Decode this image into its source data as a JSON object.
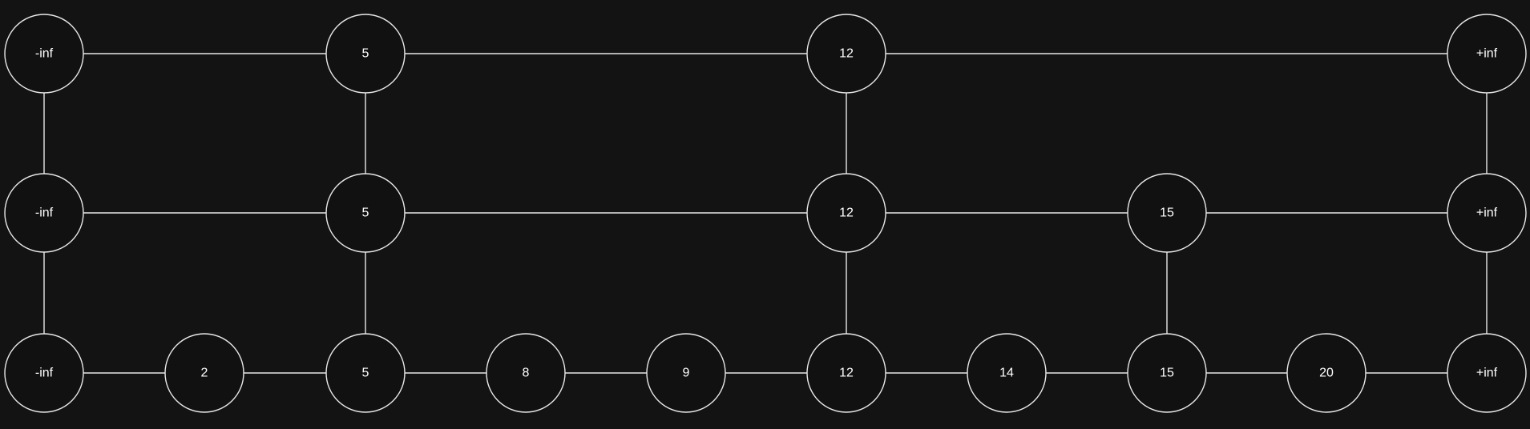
{
  "skip_list": {
    "levels": [
      {
        "level": 2,
        "nodes": [
          {
            "column": 0,
            "label": "-inf"
          },
          {
            "column": 2,
            "label": "5"
          },
          {
            "column": 5,
            "label": "12"
          },
          {
            "column": 9,
            "label": "+inf"
          }
        ]
      },
      {
        "level": 1,
        "nodes": [
          {
            "column": 0,
            "label": "-inf"
          },
          {
            "column": 2,
            "label": "5"
          },
          {
            "column": 5,
            "label": "12"
          },
          {
            "column": 7,
            "label": "15"
          },
          {
            "column": 9,
            "label": "+inf"
          }
        ]
      },
      {
        "level": 0,
        "nodes": [
          {
            "column": 0,
            "label": "-inf"
          },
          {
            "column": 1,
            "label": "2"
          },
          {
            "column": 2,
            "label": "5"
          },
          {
            "column": 3,
            "label": "8"
          },
          {
            "column": 4,
            "label": "9"
          },
          {
            "column": 5,
            "label": "12"
          },
          {
            "column": 6,
            "label": "14"
          },
          {
            "column": 7,
            "label": "15"
          },
          {
            "column": 8,
            "label": "20"
          },
          {
            "column": 9,
            "label": "+inf"
          }
        ]
      }
    ]
  },
  "colors": {
    "background": "#131313",
    "stroke": "#e8e8e8",
    "text": "#ffffff",
    "node_fill": "#111111"
  }
}
